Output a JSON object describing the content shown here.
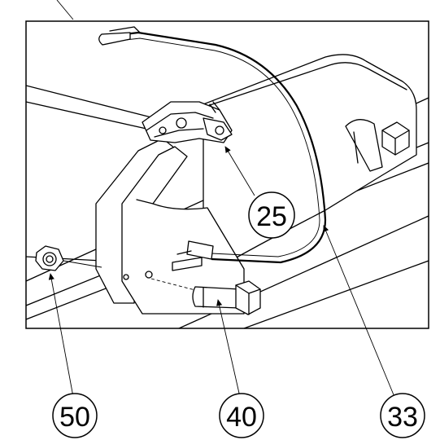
{
  "callouts": [
    {
      "id": "callout-25",
      "label": "25"
    },
    {
      "id": "callout-33",
      "label": "33"
    },
    {
      "id": "callout-40",
      "label": "40"
    },
    {
      "id": "callout-50",
      "label": "50"
    }
  ]
}
